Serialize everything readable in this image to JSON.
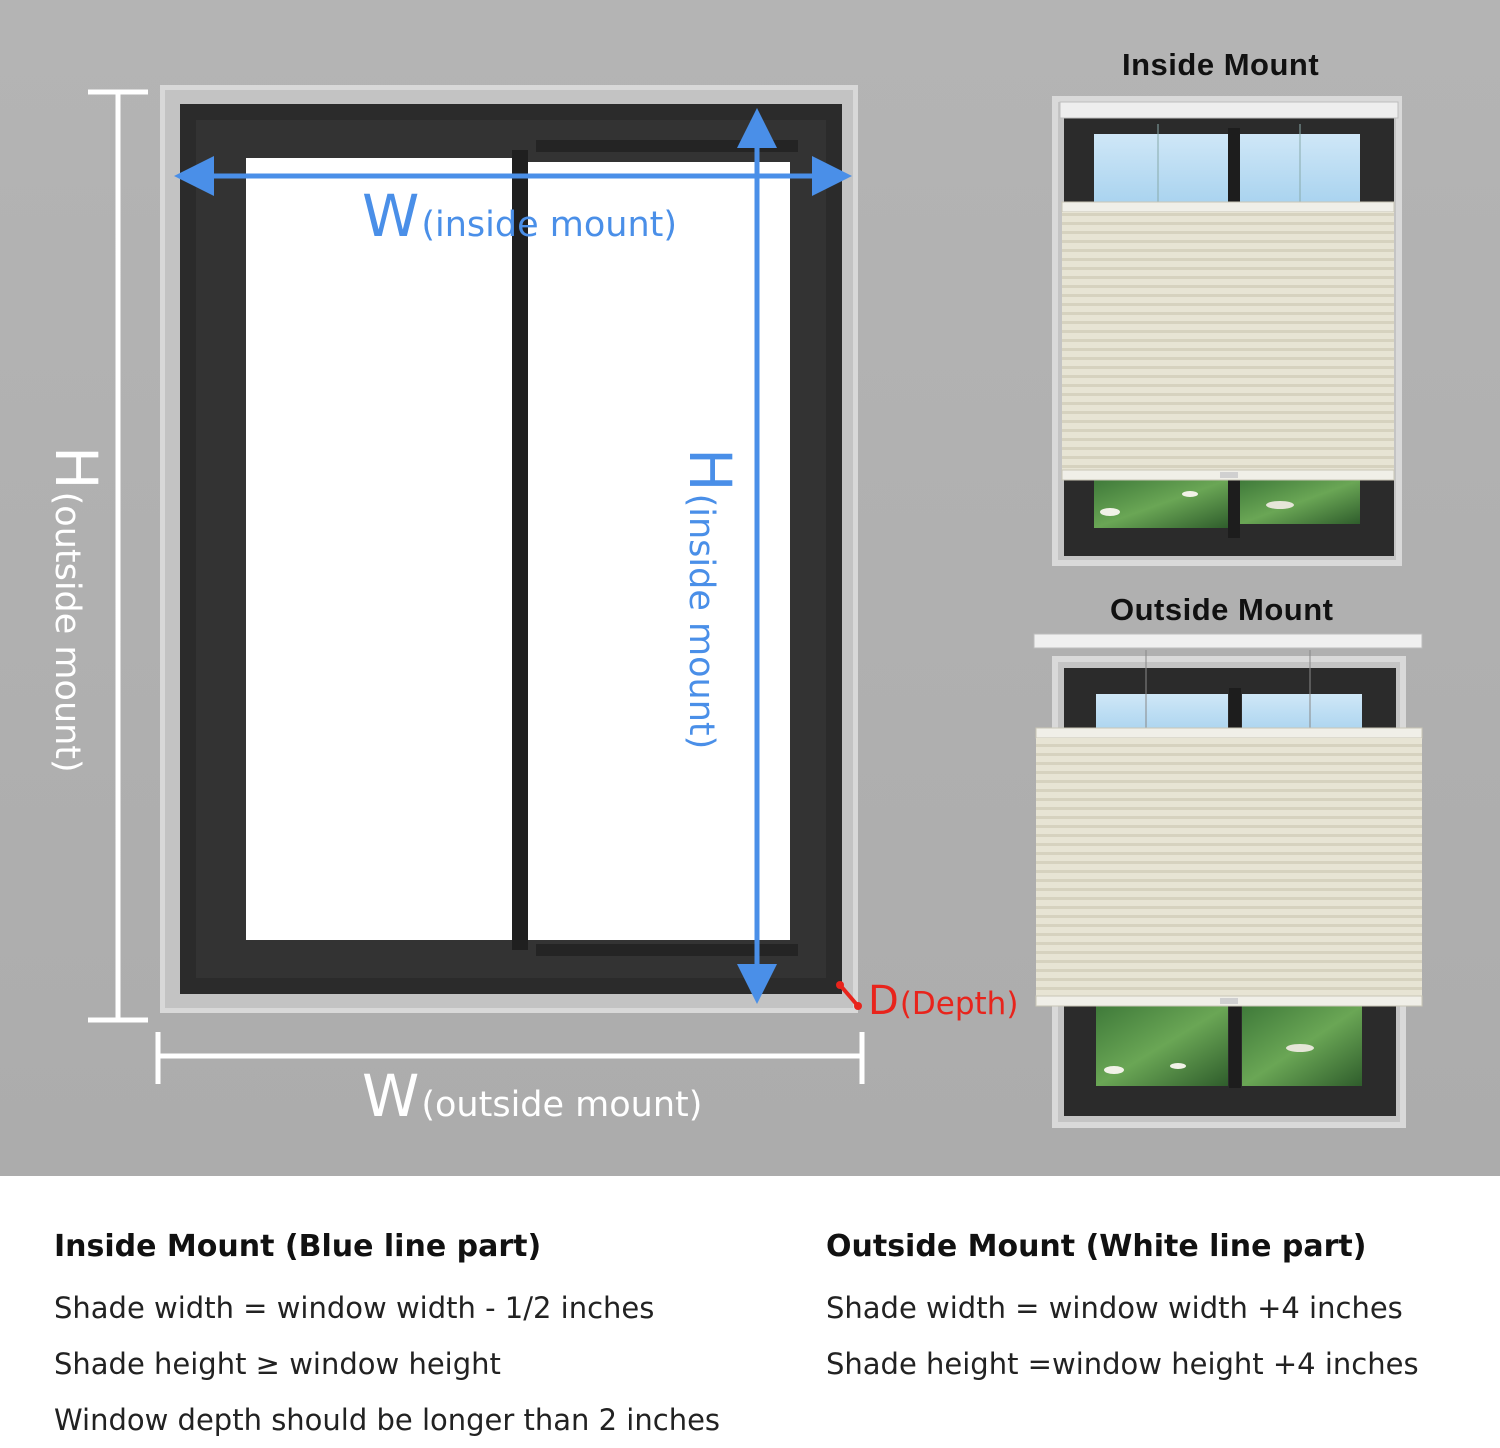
{
  "diagram": {
    "w_inside": {
      "big": "W",
      "small": "(inside mount)"
    },
    "h_inside": {
      "big": "H",
      "small": "(inside mount)"
    },
    "h_outside": {
      "big": "H",
      "small": "(outside mount)"
    },
    "w_outside": {
      "big": "W",
      "small": "(outside mount)"
    },
    "depth": {
      "big": "D",
      "small": "(Depth)"
    },
    "colors": {
      "inside_line": "#4a8fe8",
      "outside_line": "#ffffff",
      "depth_line": "#e8241c",
      "frame": "#2c2c2c",
      "wall": "#b2b2b2",
      "shade": "#e6e3d3"
    }
  },
  "examples": {
    "inside_title": "Inside Mount",
    "outside_title": "Outside Mount"
  },
  "instructions": {
    "inside": {
      "heading": "Inside Mount (Blue line part)",
      "lines": [
        "Shade width = window width - 1/2 inches",
        "Shade height ≥ window height",
        "Window depth should be longer than 2 inches"
      ]
    },
    "outside": {
      "heading": "Outside Mount (White line part)",
      "lines": [
        "Shade width = window width +4 inches",
        "Shade height =window height +4 inches"
      ]
    }
  }
}
